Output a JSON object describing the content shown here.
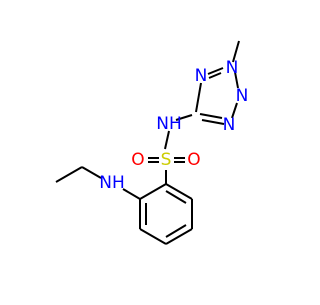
{
  "molecule": {
    "atom_labels": {
      "n_methyl": "N",
      "n_tetrazole_a": "N",
      "n_tetrazole_b": "N",
      "n_tetrazole_c": "N",
      "nh_sulfonamide": "NH",
      "sulfur": "S",
      "oxygen_left": "O",
      "oxygen_right": "O",
      "nh_amine": "NH"
    },
    "element_colors": {
      "carbon": "#000000",
      "nitrogen": "#0000FF",
      "oxygen": "#FF0000",
      "sulfur": "#CCCC00"
    }
  }
}
